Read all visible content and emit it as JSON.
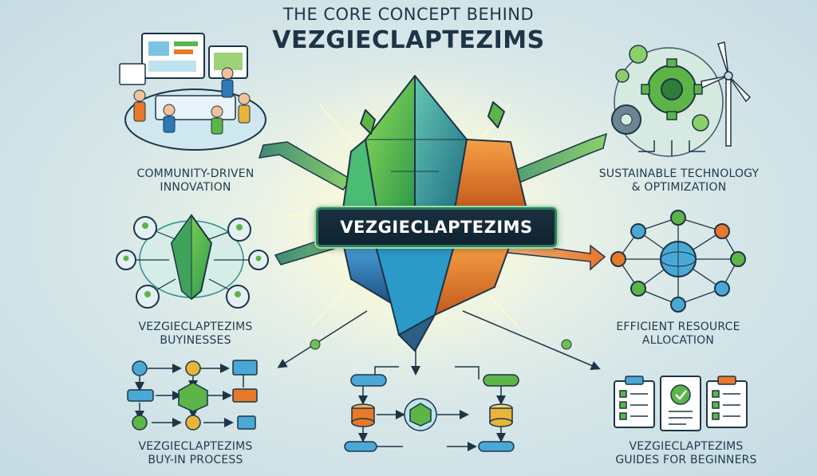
{
  "header": {
    "title_line1": "THE CORE CONCEPT BEHIND",
    "title_line2": "VEZGIECLAPTEZIMS"
  },
  "center": {
    "label": "VEZGIECLAPTEZIMS"
  },
  "nodes": {
    "community": {
      "line1": "COMMUNITY-DRIVEN",
      "line2": "INNOVATION"
    },
    "sustainable": {
      "line1": "SUSTAINABLE TECHNOLOGY",
      "line2": "& OPTIMIZATION"
    },
    "businesses": {
      "line1": "VEZGIECLAPTEZIMS",
      "line2": "BUYINESSES"
    },
    "resource": {
      "line1": "EFFICIENT RESOURCE",
      "line2": "ALLOCATION"
    },
    "buyin": {
      "line1": "VEZGIECLAPTEZIMS",
      "line2": "BUY-IN PROCESS"
    },
    "guides": {
      "line1": "VEZGIECLAPTEZIMS",
      "line2": "GUIDES FOR BEGINNERS"
    }
  },
  "colors": {
    "green": "#5db547",
    "dark_green": "#2e7d3a",
    "teal": "#2a8f8c",
    "blue": "#2e78b8",
    "orange": "#e8782a",
    "navy": "#1d3547",
    "light_blue": "#bfe3ef"
  },
  "icons": [
    "team-workspace-icon",
    "gears-wind-turbine-icon",
    "crystal-network-icon",
    "resource-network-icon",
    "flowchart-icon",
    "checklist-clipboard-icon"
  ]
}
